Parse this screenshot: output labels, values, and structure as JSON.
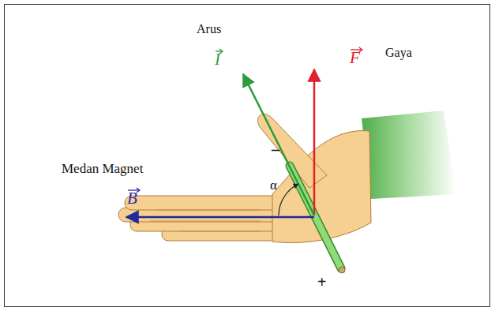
{
  "diagram": {
    "labels": [
      "Arus",
      "I",
      "F",
      "Gaya",
      "Medan Magnet",
      "B",
      "α",
      "–",
      "+"
    ]
  }
}
